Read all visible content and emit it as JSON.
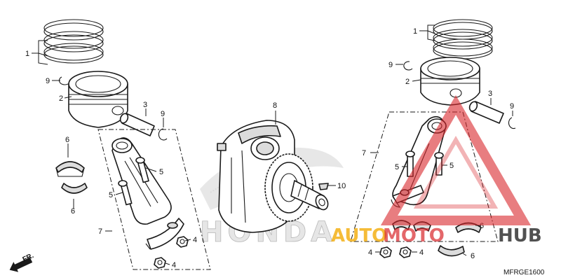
{
  "diagram": {
    "diagram_code": "MFRGE1600",
    "front_indicator": "FR.",
    "background_logo": "HONDA",
    "watermark": {
      "part1": "AUTO",
      "part2": "MOTO",
      "part3": "HUB"
    },
    "colors": {
      "line": "#1a1a1a",
      "watermark_red": "#d9262b",
      "watermark_yellow": "#f2a900"
    },
    "callouts": {
      "left_piston_rings": "1",
      "left_clip_top": "9",
      "left_piston": "2",
      "left_pin": "3",
      "left_clip_pin": "9",
      "left_bearing_top": "6",
      "left_bolt_a": "5",
      "left_bolt_b": "5",
      "left_bearing_bottom": "6",
      "left_rod_group": "7",
      "left_nut_a": "4",
      "left_nut_b": "4",
      "crankshaft": "8",
      "key": "10",
      "right_piston_rings": "1",
      "right_clip_top": "9",
      "right_piston": "2",
      "right_pin": "3",
      "right_clip_pin": "9",
      "right_rod_group": "7",
      "right_bolt_a": "5",
      "right_bolt_b": "5",
      "right_bearing_top": "6",
      "right_bearing_bottom": "6",
      "right_nut_a": "4",
      "right_nut_b": "4"
    }
  }
}
